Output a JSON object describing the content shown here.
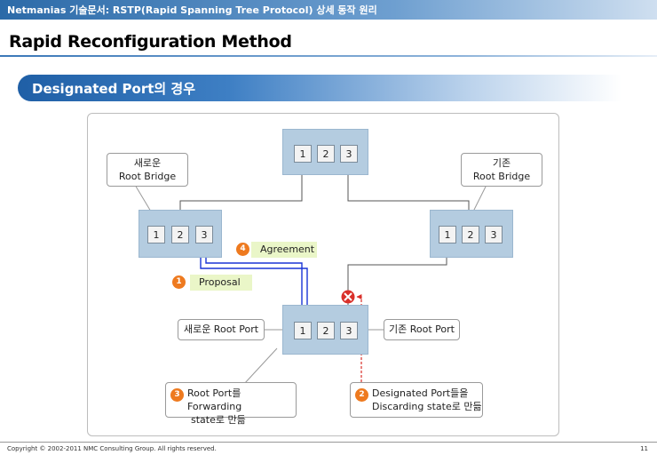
{
  "header": {
    "doc_title": "Netmanias 기술문서: RSTP(Rapid Spanning Tree Protocol) 상세 동작 원리",
    "main_title": "Rapid Reconfiguration Method",
    "section_title": "Designated Port의 경우"
  },
  "bridges": {
    "top": {
      "ports": [
        "1",
        "2",
        "3"
      ]
    },
    "left": {
      "ports": [
        "1",
        "2",
        "3"
      ]
    },
    "right": {
      "ports": [
        "1",
        "2",
        "3"
      ]
    },
    "bottom": {
      "ports": [
        "1",
        "2",
        "3"
      ]
    }
  },
  "callouts": {
    "new_root_bridge": {
      "line1": "새로운",
      "line2": "Root Bridge"
    },
    "old_root_bridge": {
      "line1": "기존",
      "line2": "Root Bridge"
    },
    "new_root_port": "새로운 Root Port",
    "old_root_port": "기존 Root Port",
    "step3": {
      "num": "3",
      "line1": "Root Port를 Forwarding",
      "line2": "state로 만듦"
    },
    "step2": {
      "num": "2",
      "line1": "Designated Port들을",
      "line2": "Discarding state로 만듦"
    }
  },
  "messages": {
    "agreement": {
      "num": "4",
      "label": "Agreement"
    },
    "proposal": {
      "num": "1",
      "label": "Proposal"
    }
  },
  "colors": {
    "bridge": "#b4cce0",
    "arrow": "#1a35d6",
    "badge": "#ee7a1f",
    "blocked": "#d9302a",
    "tag": "#eaf6c8"
  },
  "footer": {
    "copyright": "Copyright © 2002-2011 NMC Consulting Group. All rights reserved.",
    "page": "11"
  }
}
